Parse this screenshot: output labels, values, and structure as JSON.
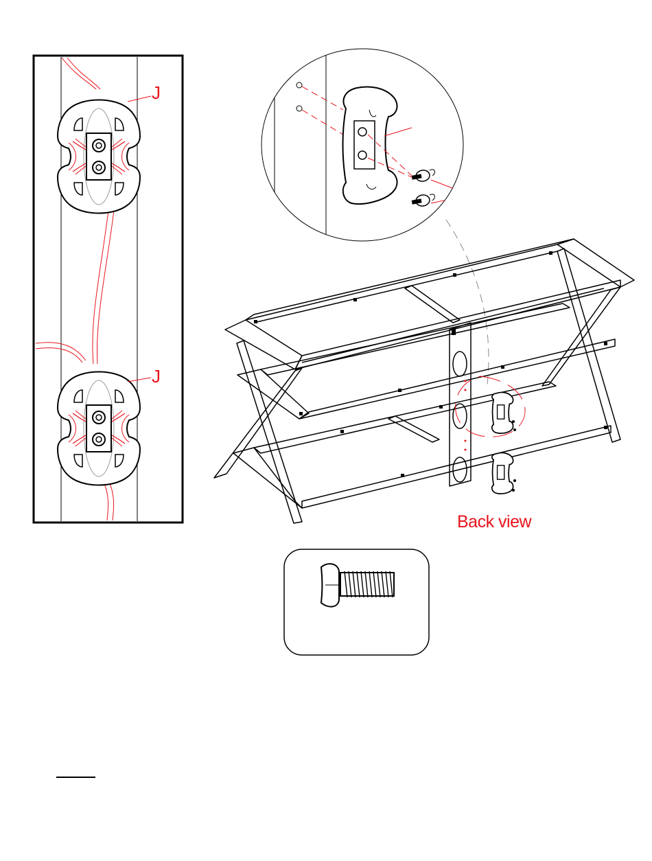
{
  "labels": {
    "part_letter_top": "J",
    "part_letter_bottom": "J",
    "view_caption": "Back view"
  },
  "colors": {
    "line": "#000000",
    "accent": "#e8141c",
    "background": "#ffffff"
  },
  "icons": {
    "detail_panel": "cable-clip-detail-icon",
    "zoom_callout": "cable-clip-zoom-icon",
    "assembly": "tv-stand-assembly-icon",
    "hardware": "bolt-icon"
  }
}
